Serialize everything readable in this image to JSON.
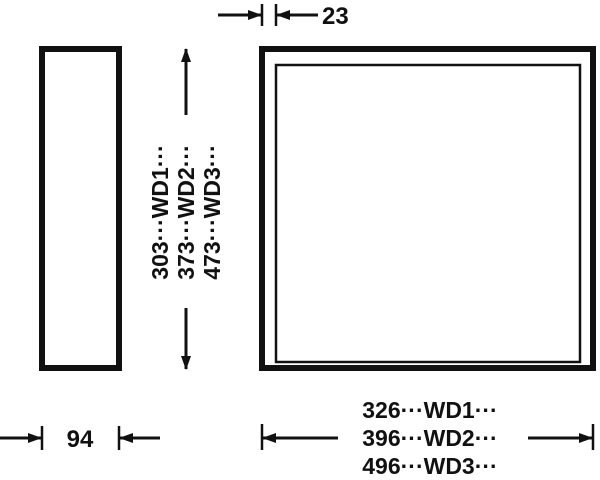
{
  "colors": {
    "ink": "#111111",
    "background": "#ffffff"
  },
  "dimensions": {
    "frame_depth": "23",
    "side_depth": "94",
    "height_lines": [
      "303···WD1···",
      "373···WD2···",
      "473···WD3···"
    ],
    "width_lines": [
      "326···WD1···",
      "396···WD2···",
      "496···WD3···"
    ]
  }
}
